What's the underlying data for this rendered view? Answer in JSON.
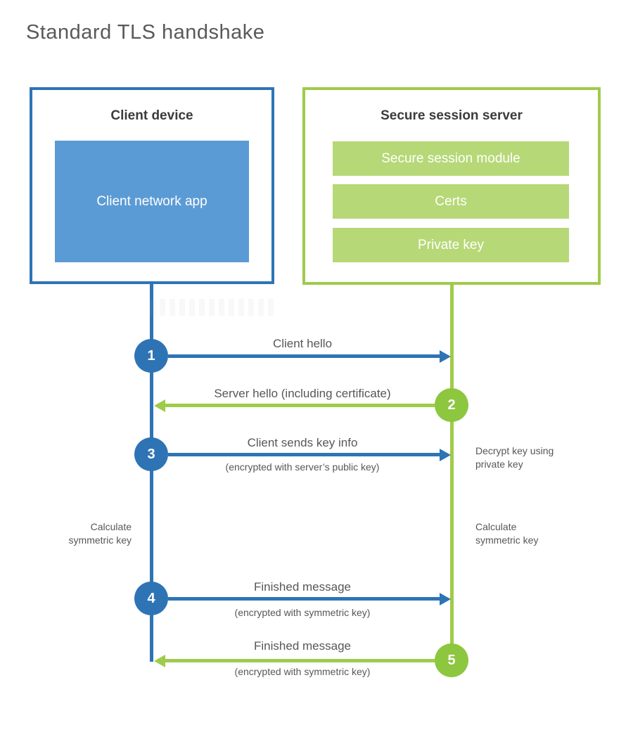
{
  "page": {
    "title": "Standard TLS handshake"
  },
  "colors": {
    "blue": "#2e74b5",
    "blue_fill": "#5b9bd5",
    "green": "#9fcb4b",
    "green_circle": "#8dc63f",
    "green_fill": "#b6d877",
    "heading_text": "#3b3b3b",
    "label_text": "#575757",
    "title_text": "#58595b"
  },
  "client": {
    "title": "Client device",
    "app_label": "Client network app"
  },
  "server": {
    "title": "Secure session server",
    "modules": [
      "Secure session module",
      "Certs",
      "Private key"
    ]
  },
  "steps": [
    {
      "num": "1",
      "from": "client",
      "direction": "right",
      "label": "Client hello",
      "sub": ""
    },
    {
      "num": "2",
      "from": "server",
      "direction": "left",
      "label": "Server hello (including certificate)",
      "sub": ""
    },
    {
      "num": "3",
      "from": "client",
      "direction": "right",
      "label": "Client sends key info",
      "sub": "(encrypted with server’s public key)"
    },
    {
      "num": "4",
      "from": "client",
      "direction": "right",
      "label": "Finished message",
      "sub": "(encrypted with symmetric key)"
    },
    {
      "num": "5",
      "from": "server",
      "direction": "left",
      "label": "Finished message",
      "sub": "(encrypted with symmetric key)"
    }
  ],
  "annotations": {
    "decrypt_note": "Decrypt key using private key",
    "calc_client": "Calculate symmetric key",
    "calc_server": "Calculate symmetric key"
  }
}
